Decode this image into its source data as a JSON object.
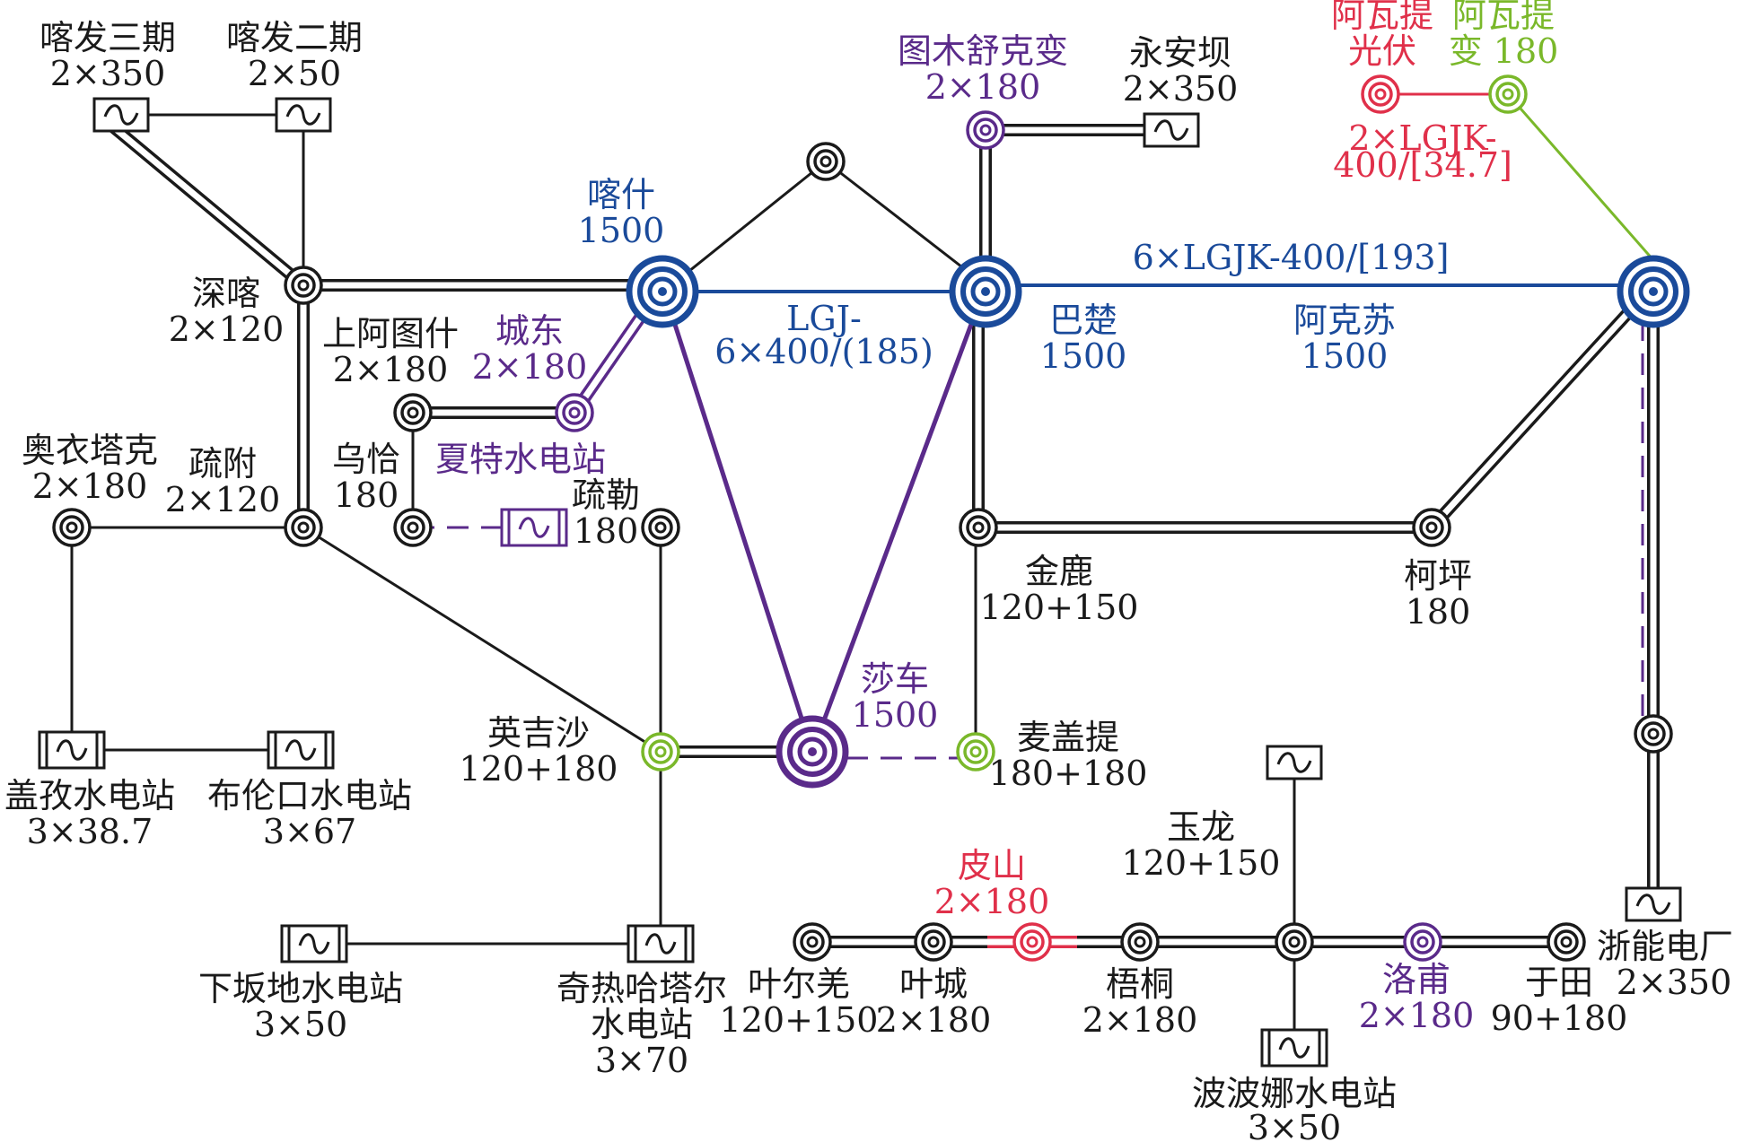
{
  "colors": {
    "black": "#1a1a1a",
    "blue": "#1a4a9a",
    "purple": "#5a2a8a",
    "red": "#e0304a",
    "green": "#7ab82a"
  },
  "nodes": {
    "kashi": {
      "name": "喀什",
      "cap": "1500",
      "color": "blue",
      "kind": "hub750"
    },
    "bachu": {
      "name": "巴楚",
      "cap": "1500",
      "color": "blue",
      "kind": "hub750"
    },
    "akesu": {
      "name": "阿克苏",
      "cap": "1500",
      "color": "blue",
      "kind": "hub750"
    },
    "shache": {
      "name": "莎车",
      "cap": "1500",
      "color": "purple",
      "kind": "hub750"
    },
    "kafa3": {
      "name": "喀发三期",
      "cap": "2×350",
      "color": "black",
      "kind": "gen"
    },
    "kafa2": {
      "name": "喀发二期",
      "cap": "2×50",
      "color": "black",
      "kind": "gen"
    },
    "shenka": {
      "name": "深喀",
      "cap": "2×120",
      "color": "black",
      "kind": "sub"
    },
    "shangatushi": {
      "name": "上阿图什",
      "cap": "2×180",
      "color": "black",
      "kind": "sub"
    },
    "chengdong": {
      "name": "城东",
      "cap": "2×180",
      "color": "purple",
      "kind": "sub"
    },
    "wuqia": {
      "name": "乌恰",
      "cap": "180",
      "color": "black",
      "kind": "sub"
    },
    "xiate": {
      "name": "夏特水电站",
      "color": "purple",
      "kind": "gen"
    },
    "aoyitake": {
      "name": "奥衣塔克",
      "cap": "2×180",
      "color": "black",
      "kind": "sub"
    },
    "shufu": {
      "name": "疏附",
      "cap": "2×120",
      "color": "black",
      "kind": "sub"
    },
    "shule": {
      "name": "疏勒",
      "cap": "180",
      "color": "black",
      "kind": "sub"
    },
    "yingjisha": {
      "name": "英吉沙",
      "cap": "120+180",
      "color": "green",
      "kind": "sub"
    },
    "maigaiti": {
      "name": "麦盖提",
      "cap": "180+180",
      "color": "green",
      "kind": "sub"
    },
    "jinlu": {
      "name": "金鹿",
      "cap": "120+150",
      "color": "black",
      "kind": "sub"
    },
    "keping": {
      "name": "柯坪",
      "cap": "180",
      "color": "black",
      "kind": "sub"
    },
    "tumushuke": {
      "name": "图木舒克变",
      "cap": "2×180",
      "color": "purple",
      "kind": "sub"
    },
    "yonganba": {
      "name": "永安坝",
      "cap": "2×350",
      "color": "black",
      "kind": "gen"
    },
    "awati_pv": {
      "name": "阿瓦提光伏",
      "color": "red",
      "kind": "sub"
    },
    "awati_sub": {
      "name": "阿瓦提变",
      "cap": "180",
      "color": "green",
      "kind": "sub"
    },
    "awati_line": {
      "label": "2×LGJK-400/[34.7]",
      "color": "red"
    },
    "gaizi": {
      "name": "盖孜水电站",
      "cap": "3×38.7",
      "color": "black",
      "kind": "gen"
    },
    "bulunkou": {
      "name": "布伦口水电站",
      "cap": "3×67",
      "color": "black",
      "kind": "gen"
    },
    "xiabandi": {
      "name": "下坂地水电站",
      "cap": "3×50",
      "color": "black",
      "kind": "gen"
    },
    "qire": {
      "name": "奇热哈塔尔水电站",
      "cap": "3×70",
      "color": "black",
      "kind": "gen"
    },
    "yeerqiang": {
      "name": "叶尔羌",
      "cap": "120+150",
      "color": "black",
      "kind": "sub"
    },
    "yecheng": {
      "name": "叶城",
      "cap": "2×180",
      "color": "black",
      "kind": "sub"
    },
    "pishan": {
      "name": "皮山",
      "cap": "2×180",
      "color": "red",
      "kind": "sub"
    },
    "wutong": {
      "name": "梧桐",
      "cap": "2×180",
      "color": "black",
      "kind": "sub"
    },
    "yulong": {
      "name": "玉龙",
      "cap": "120+150",
      "color": "black",
      "kind": "sub"
    },
    "luopu": {
      "name": "洛甫",
      "cap": "2×180",
      "color": "purple",
      "kind": "sub"
    },
    "yutian": {
      "name": "于田",
      "cap": "90+180",
      "color": "black",
      "kind": "sub"
    },
    "zheneng": {
      "name": "浙能电厂",
      "cap": "2×350",
      "color": "black",
      "kind": "gen"
    },
    "bobona": {
      "name": "波波娜水电站",
      "cap": "3×50",
      "color": "black",
      "kind": "gen"
    }
  },
  "lines": {
    "kashi_bachu": {
      "label1": "LGJ-",
      "label2": "6×400/(185)"
    },
    "bachu_akesu": {
      "label": "6×LGJK-400/[193]"
    }
  }
}
